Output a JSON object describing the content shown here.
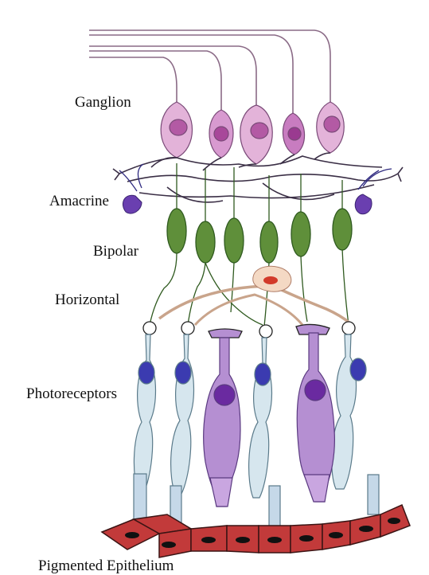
{
  "labels": {
    "ganglion": "Ganglion",
    "amacrine": "Amacrine",
    "bipolar": "Bipolar",
    "horizontal": "Horizontal",
    "photoreceptors": "Photoreceptors",
    "pigmented_epithelium": "Pigmented Epithelium"
  },
  "colors": {
    "ganglion": "#e3b3d9",
    "ganglion_nucleus": "#b35aa4",
    "amacrine": "#6a3fb0",
    "bipolar": "#5f8f3a",
    "horizontal": "#f4d9c4",
    "rod": "#d6e6ee",
    "cone": "#b58fd2",
    "nucleus": "#3b3bb0",
    "epithelium": "#c23a3a"
  }
}
